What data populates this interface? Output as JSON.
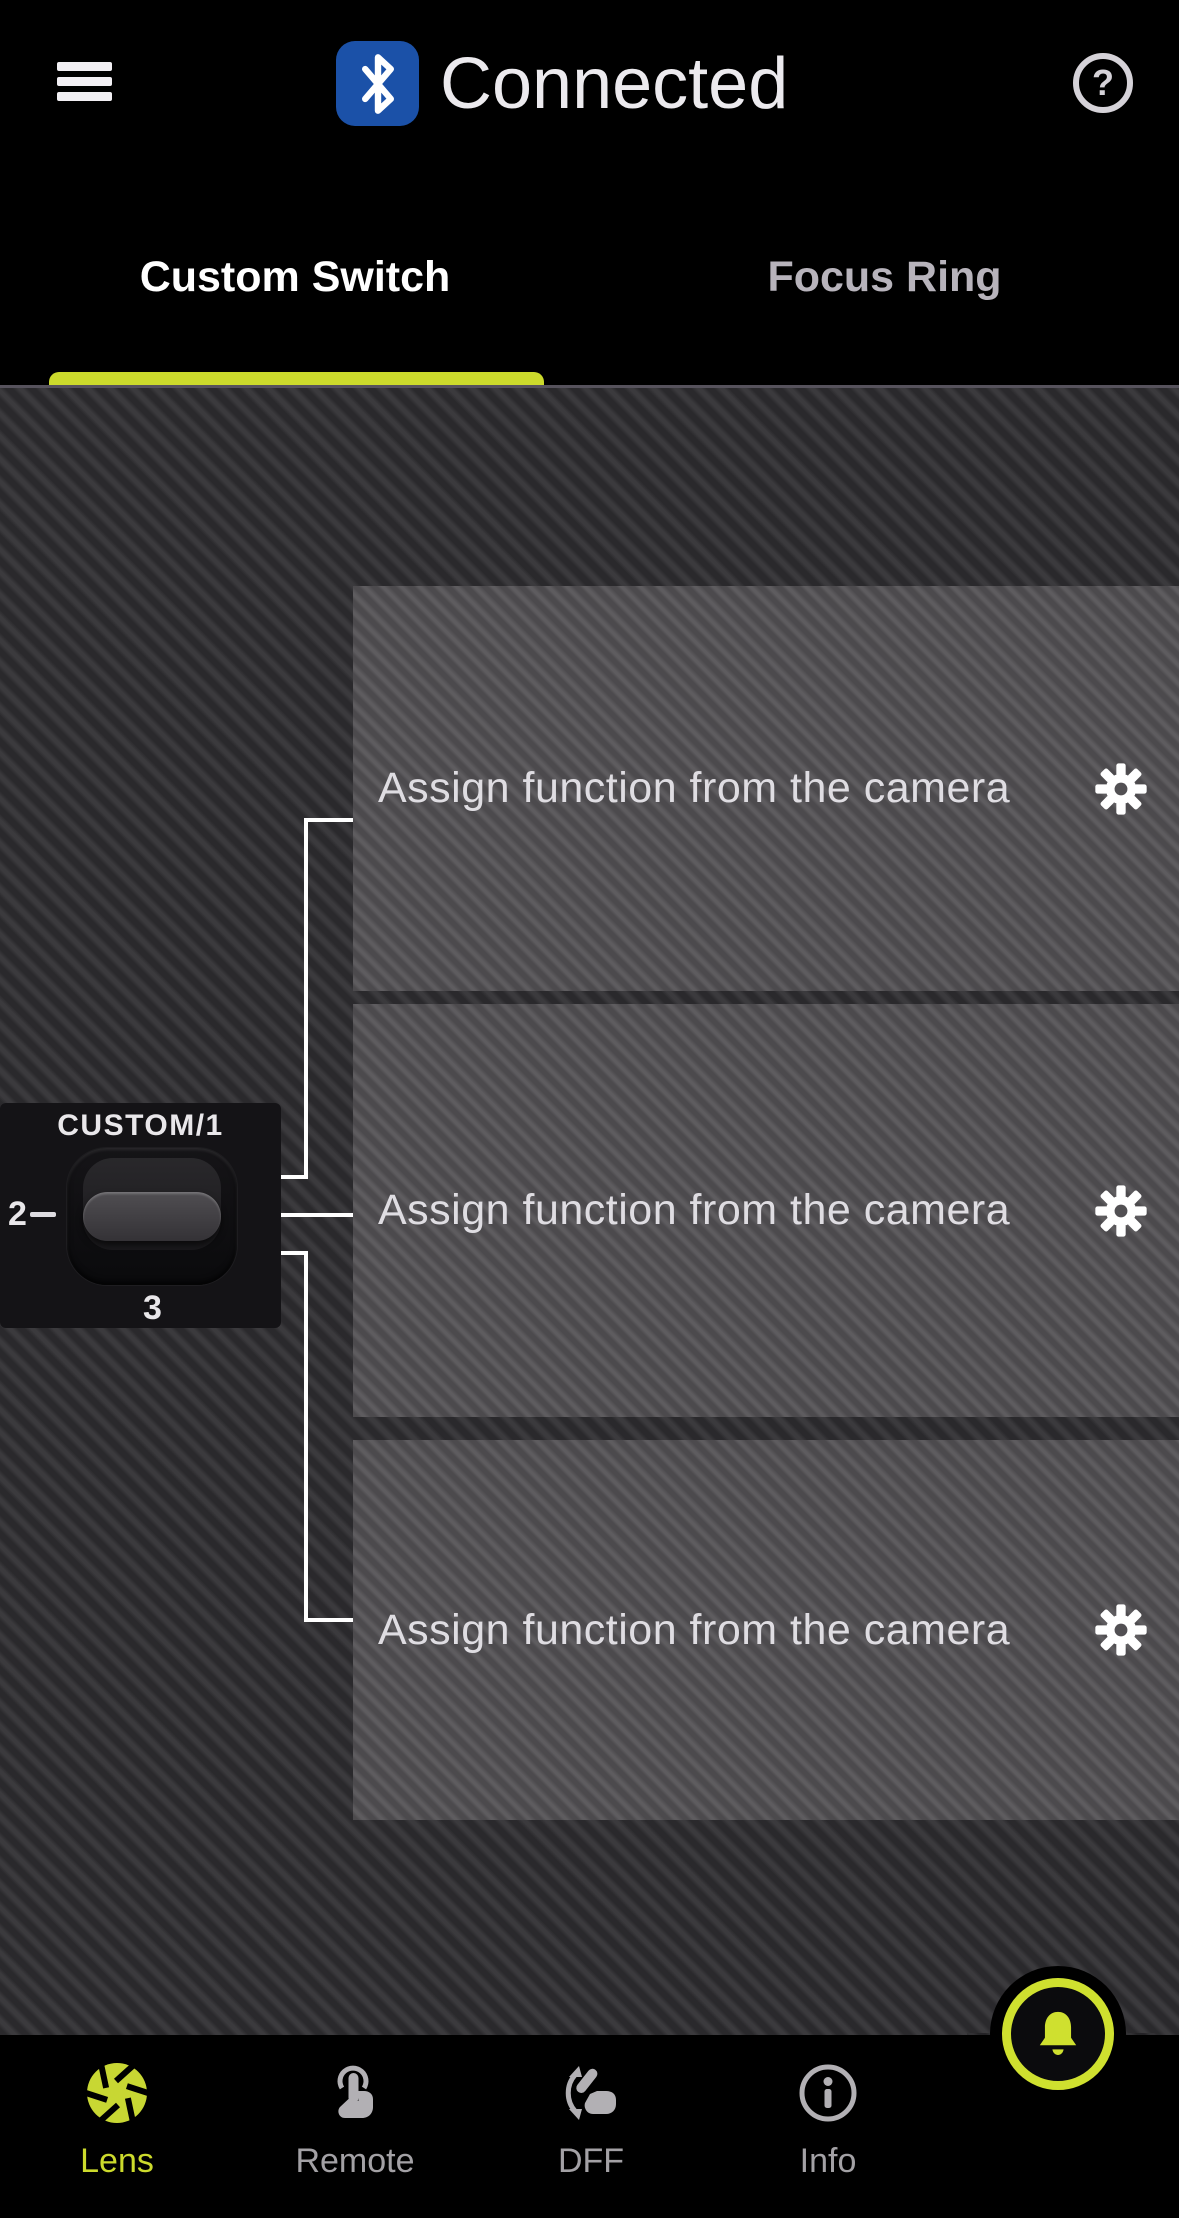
{
  "colors": {
    "accent": "#ccda2c",
    "bell_yellow": "#cfe02f",
    "bluetooth_blue": "#1b51a8",
    "panel_text": "#dfdde2",
    "inactive_text": "#b7b3bb"
  },
  "header": {
    "title": "Connected",
    "help_glyph": "?"
  },
  "tabs": {
    "items": [
      {
        "label": "Custom Switch",
        "active": true
      },
      {
        "label": "Focus Ring",
        "active": false
      }
    ]
  },
  "switch_widget": {
    "title": "CUSTOM/1",
    "left_position_label": "2",
    "bottom_position_label": "3"
  },
  "assignments": [
    {
      "label": "Assign function from the camera"
    },
    {
      "label": "Assign function from the camera"
    },
    {
      "label": "Assign function from the camera"
    }
  ],
  "bottom_nav": {
    "items": [
      {
        "label": "Lens",
        "active": true
      },
      {
        "label": "Remote",
        "active": false
      },
      {
        "label": "DFF",
        "active": false
      },
      {
        "label": "Info",
        "active": false
      }
    ]
  }
}
